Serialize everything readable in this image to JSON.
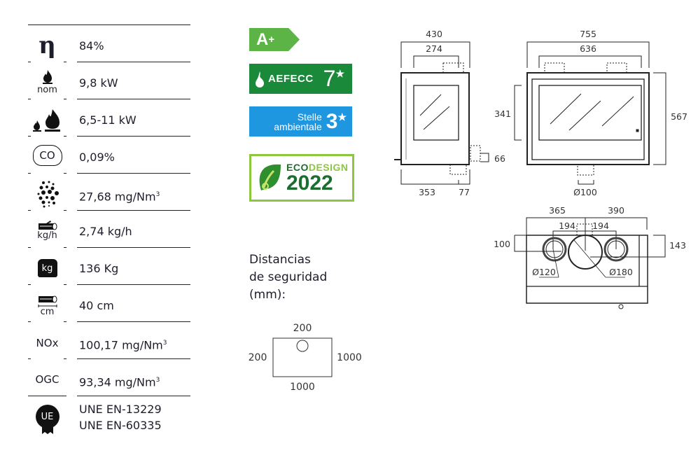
{
  "specs": [
    {
      "icon": "efficiency-eta-icon",
      "symbol": "η",
      "value": "84%"
    },
    {
      "icon": "nominal-power-flame-icon",
      "sub": "nom",
      "value": "9,8 kW"
    },
    {
      "icon": "power-range-flames-icon",
      "value": "6,5-11 kW"
    },
    {
      "icon": "co-cloud-icon",
      "symbol": "CO",
      "value": "0,09%"
    },
    {
      "icon": "particles-icon",
      "value": "27,68 mg/Nm",
      "sup": "3"
    },
    {
      "icon": "log-consumption-icon",
      "sub": "kg/h",
      "value": "2,74 kg/h"
    },
    {
      "icon": "weight-icon",
      "symbol": "kg",
      "value": "136 Kg"
    },
    {
      "icon": "log-length-icon",
      "sub": "cm",
      "value": "40 cm"
    },
    {
      "icon": "nox-label",
      "symbol": "NOx",
      "value": "100,17 mg/Nm",
      "sup": "3"
    },
    {
      "icon": "ogc-label",
      "symbol": "OGC",
      "value": "93,34 mg/Nm",
      "sup": "3"
    },
    {
      "icon": "ue-seal-icon",
      "symbol": "UE",
      "value": "UNE EN-13229",
      "value2": "UNE EN-60335"
    }
  ],
  "badges": {
    "energy": {
      "label": "A",
      "plus": "+",
      "color": "#5cb346"
    },
    "aefecc": {
      "label": "AEFECC",
      "stars": "7",
      "color": "#1a8a3a"
    },
    "stelle": {
      "line1": "Stelle",
      "line2": "ambientale",
      "stars": "3",
      "color": "#1e96e0"
    },
    "ecodesign": {
      "eco": "ECO",
      "design": "DESIGN",
      "year": "2022",
      "border": "#8dc63f"
    }
  },
  "safety": {
    "line1": "Distancias",
    "line2": "de seguridad",
    "line3": "(mm):",
    "top": "200",
    "left": "200",
    "right": "1000",
    "bottom": "1000"
  },
  "side_view": {
    "width": "430",
    "flue": "274",
    "depth": "353",
    "offset": "77",
    "height_small": "66"
  },
  "front_view": {
    "width": "755",
    "inner": "636",
    "glass_h": "341",
    "height": "567",
    "air": "Ø100"
  },
  "top_view": {
    "left": "365",
    "right": "390",
    "c1": "194",
    "c2": "194",
    "front": "100",
    "back": "143",
    "d_small": "Ø120",
    "d_large": "Ø180"
  }
}
